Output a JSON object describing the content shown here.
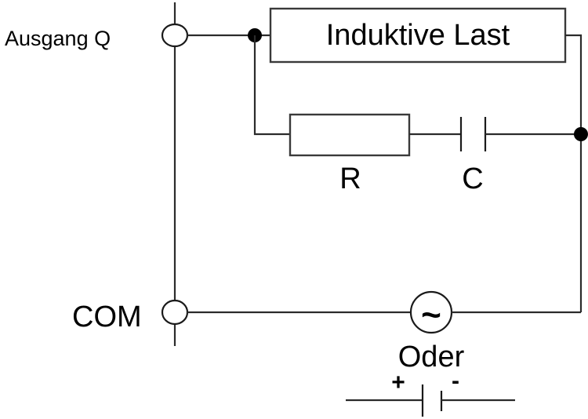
{
  "diagram": {
    "type": "circuit-schematic",
    "language": "de",
    "terminals": {
      "output": {
        "label": "Ausgang Q",
        "symbol": "open-terminal"
      },
      "common": {
        "label": "COM",
        "symbol": "open-terminal"
      }
    },
    "load": {
      "label": "Induktive Last",
      "type": "inductive-load"
    },
    "snubber": {
      "connection": "parallel-to-load",
      "resistor": {
        "label": "R"
      },
      "capacitor": {
        "label": "C"
      }
    },
    "supply": {
      "ac_symbol": "~",
      "alternative_word": "Oder",
      "dc_plus": "+",
      "dc_minus": "-"
    }
  }
}
